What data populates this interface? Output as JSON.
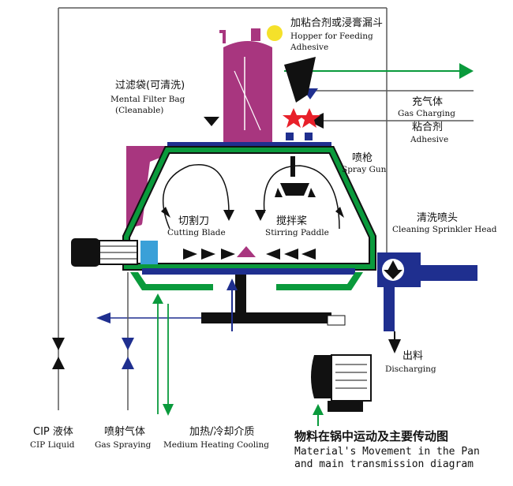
{
  "colors": {
    "blue": "#1f2f8f",
    "green": "#0a9a3c",
    "magenta": "#a8367f",
    "black": "#111111",
    "red": "#e8202a",
    "yellow": "#f5e12a",
    "pipe": "#5a5a5a"
  },
  "labels": {
    "hopper_zh": "加粘合剂或浸膏漏斗",
    "hopper_en1": "Hopper for Feeding",
    "hopper_en2": "Adhesive",
    "filter_zh": "过滤袋(可清洗)",
    "filter_en1": "Mental Filter Bag",
    "filter_en2": "(Cleanable)",
    "gas_charging_zh": "充气体",
    "gas_charging_en": "Gas Charging",
    "adhesive_zh": "粘合剂",
    "adhesive_en": "Adhesive",
    "spray_gun_zh": "喷枪",
    "spray_gun_en": "Spray Gun",
    "cutting_blade_zh": "切割刀",
    "cutting_blade_en": "Cutting Blade",
    "stirring_paddle_zh": "搅拌桨",
    "stirring_paddle_en": "Stirring Paddle",
    "sprinkler_zh": "清洗喷头",
    "sprinkler_en": "Cleaning Sprinkler Head",
    "discharging_zh": "出料",
    "discharging_en": "Discharging",
    "cip_zh": "CIP  液体",
    "cip_en": "CIP Liquid",
    "gas_spraying_zh": "喷射气体",
    "gas_spraying_en": "Gas Spraying",
    "medium_zh": "加热/冷却介质",
    "medium_en": "Medium Heating Cooling",
    "movement_zh": "物料在锅中运动及主要传动图",
    "movement_en1": "Material's Movement in the Pan",
    "movement_en2": "and main transmission diagram"
  }
}
